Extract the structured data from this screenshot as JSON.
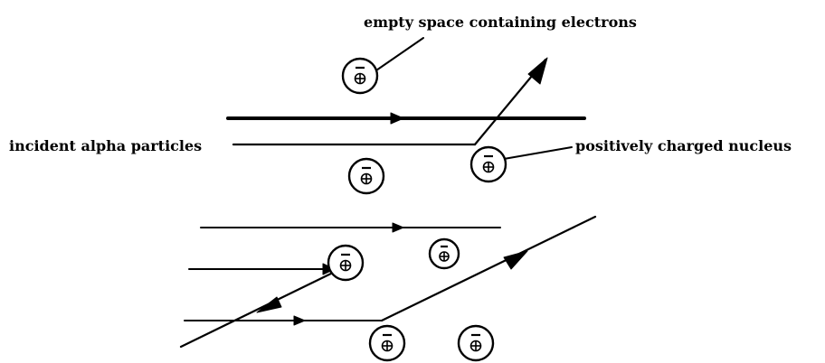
{
  "labels": {
    "electrons": "empty space containing electrons",
    "alpha": "incident alpha particles",
    "nucleus": "positively charged nucleus"
  }
}
